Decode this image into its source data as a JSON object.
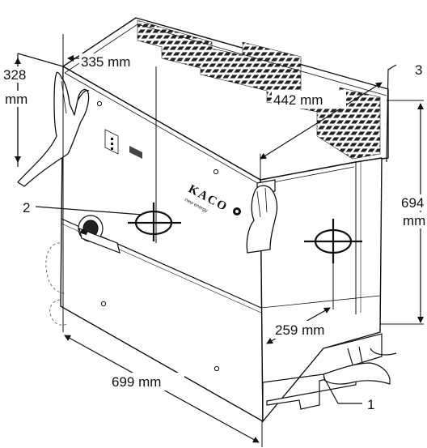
{
  "dimensions": {
    "height_front": "328",
    "height_front_unit": "mm",
    "width_top_front": "335 mm",
    "depth_top": "442 mm",
    "height_side": "694",
    "height_side_unit": "mm",
    "depth_bottom": "259 mm",
    "width_bottom": "699 mm"
  },
  "callouts": {
    "c1": "1",
    "c2": "2",
    "c3": "3"
  },
  "device": {
    "brand": "KACO",
    "brand_sub": "new energy"
  },
  "icons": {
    "hand_left": "hand-icon",
    "hand_right": "hand-icon",
    "hand_bottom": "hand-icon",
    "circle_symbol": "grip-point-icon"
  },
  "colors": {
    "line": "#111111",
    "fill": "#ffffff",
    "shade": "#e8e8e8",
    "grid": "#222222"
  }
}
